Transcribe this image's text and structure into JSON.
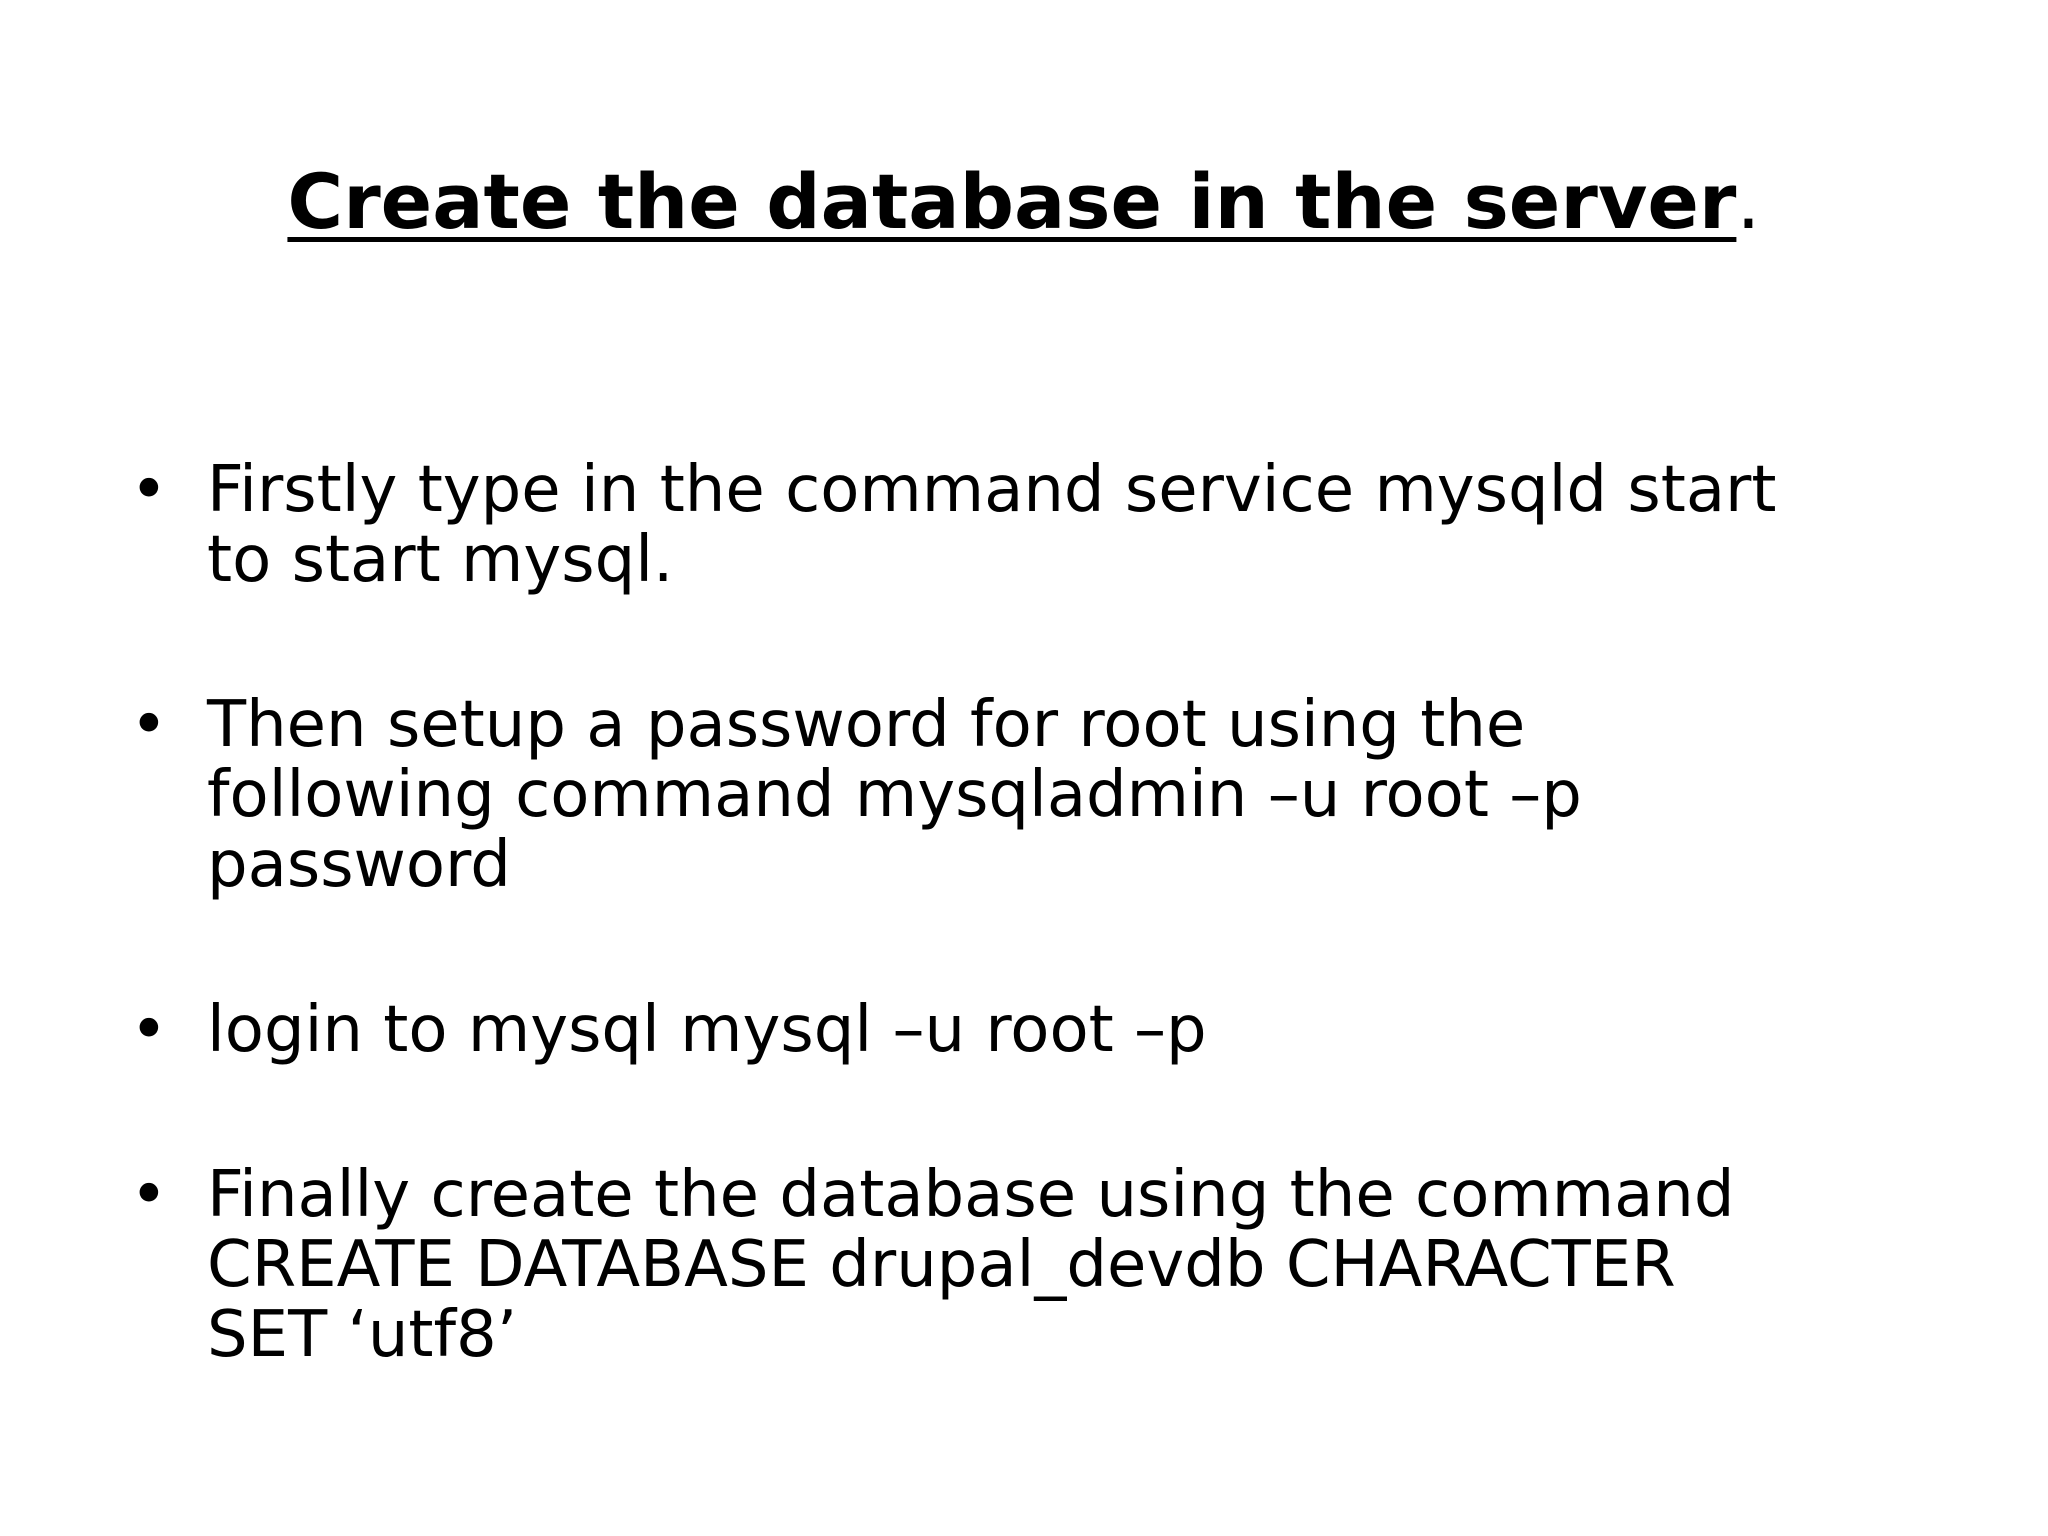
{
  "slide": {
    "title": {
      "text": "Create the database in the server",
      "period": "."
    },
    "bullet_char": "•",
    "bullets": [
      {
        "text": "Firstly type in the command service mysqld start to start mysql."
      },
      {
        "text": "Then setup a password for root using the following command mysqladmin –u root –p password"
      },
      {
        "text": "login to mysql mysql –u root –p"
      },
      {
        "text": "Finally create the database using the command CREATE DATABASE drupal_devdb CHARACTER SET ‘utf8’"
      }
    ],
    "text_color": "#000000",
    "background_color": "#ffffff"
  }
}
